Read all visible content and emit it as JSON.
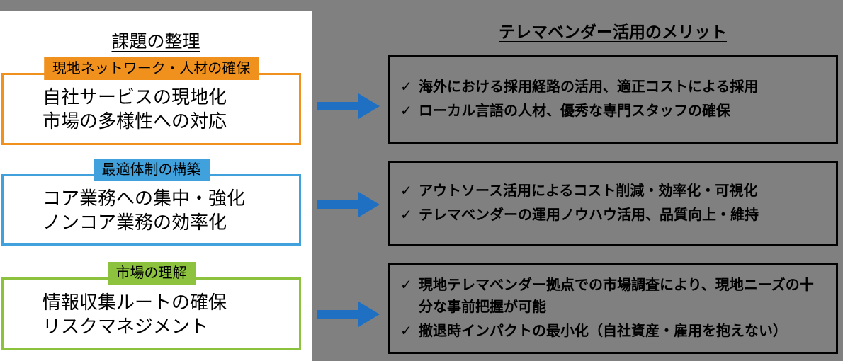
{
  "left_panel": {
    "title": "課題の整理",
    "boxes": [
      {
        "tab": "現地ネットワーク・人材の確保",
        "lines": [
          "自社サービスの現地化",
          "市場の多様性への対応"
        ],
        "color": "#F0911E"
      },
      {
        "tab": "最適体制の構築",
        "lines": [
          "コア業務への集中・強化",
          "ノンコア業務の効率化"
        ],
        "color": "#41A1DC"
      },
      {
        "tab": "市場の理解",
        "lines": [
          "情報収集ルートの確保",
          "リスクマネジメント"
        ],
        "color": "#8CC23E"
      }
    ]
  },
  "right_panel": {
    "title": "テレマベンダー活用のメリット",
    "boxes": [
      {
        "items": [
          "海外における採用経路の活用、適正コストによる採用",
          "ローカル言語の人材、優秀な専門スタッフの確保"
        ]
      },
      {
        "items": [
          "アウトソース活用によるコスト削減・効率化・可視化",
          "テレマベンダーの運用ノウハウ活用、品質向上・維持"
        ]
      },
      {
        "items": [
          "現地テレマベンダー拠点での市場調査により、現地ニーズの十分な事前把握が可能",
          "撤退時インパクトの最小化（自社資産・雇用を抱えない）"
        ]
      }
    ]
  },
  "icons": {
    "check": "✓",
    "arrow": "blue-right-arrow"
  },
  "colors": {
    "background_gray": "#808080",
    "panel_white": "#FFFFFF",
    "orange": "#F0911E",
    "blue": "#41A1DC",
    "green": "#8CC23E",
    "arrow_blue": "#1F70C2",
    "box_border_black": "#000000"
  }
}
